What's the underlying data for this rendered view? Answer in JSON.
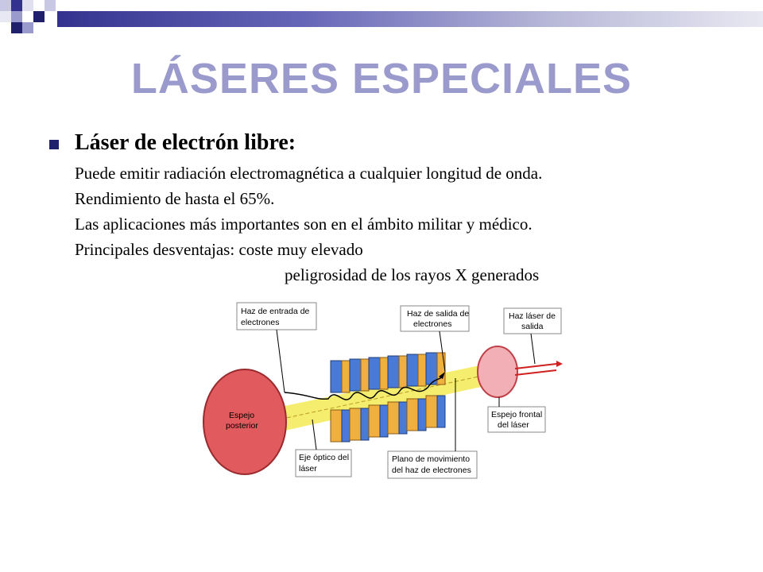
{
  "slide": {
    "title": "LÁSERES ESPECIALES",
    "heading": "Láser de electrón libre",
    "heading_suffix": ":",
    "lines": [
      "Puede emitir radiación electromagnética a cualquier longitud de onda.",
      "Rendimiento de hasta el 65%.",
      "Las aplicaciones más importantes son en el ámbito militar y médico.",
      "Principales desventajas: coste muy elevado",
      "peligrosidad de los rayos X generados"
    ]
  },
  "diagram": {
    "labels": {
      "entrada_1": "Haz de entrada de",
      "entrada_2": "electrones",
      "salida_1": "Haz de salida de",
      "salida_2": "electrones",
      "laser_salida_1": "Haz láser de",
      "laser_salida_2": "salida",
      "espejo_post_1": "Espejo",
      "espejo_post_2": "posterior",
      "espejo_front_1": "Espejo frontal",
      "espejo_front_2": "del láser",
      "eje_1": "Eje óptico del",
      "eje_2": "láser",
      "plano_1": "Plano de movimiento",
      "plano_2": "del haz de electrones"
    }
  }
}
